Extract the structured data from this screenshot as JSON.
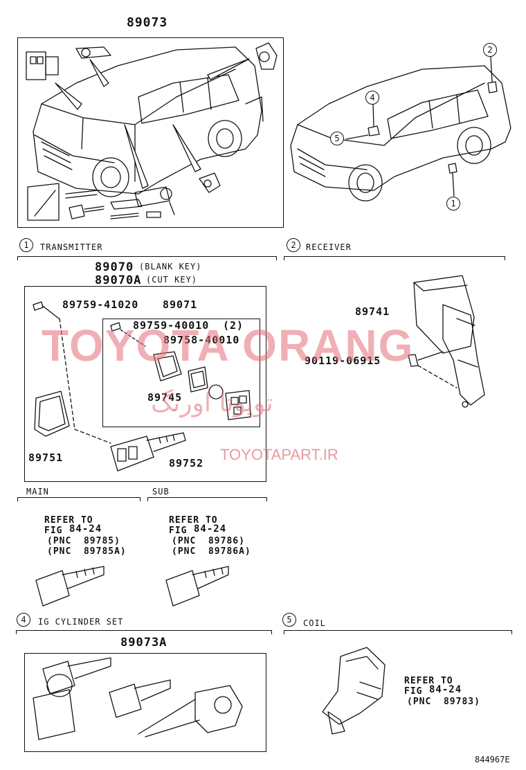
{
  "top_left_group": {
    "part_no": "89073"
  },
  "callouts": [
    {
      "num": "1",
      "name": "callout-1"
    },
    {
      "num": "2",
      "name": "callout-2"
    },
    {
      "num": "4",
      "name": "callout-4"
    },
    {
      "num": "5",
      "name": "callout-5"
    }
  ],
  "sections": {
    "transmitter": {
      "num": "1",
      "title": "TRANSMITTER",
      "main_part": "89070",
      "main_note": "(BLANK KEY)",
      "alt_part": "89070A",
      "alt_note": "(CUT KEY)",
      "parts": {
        "screw_outer": "89759-41020",
        "case": "89071",
        "screw_inner": "89759-40010",
        "screw_inner_qty": "(2)",
        "seal": "89758-40010",
        "battery": "89745",
        "cover": "89751",
        "key": "89752"
      }
    },
    "receiver": {
      "num": "2",
      "title": "RECEIVER",
      "parts": {
        "receiver": "89741",
        "bolt": "90119-06915"
      }
    },
    "main_key": {
      "title": "MAIN",
      "refer": "REFER TO",
      "fig_prefix": "FIG",
      "fig": "84-24",
      "pnc1": "(PNC  89785)",
      "pnc2": "(PNC  89785A)"
    },
    "sub_key": {
      "title": "SUB",
      "refer": "REFER TO",
      "fig_prefix": "FIG",
      "fig": "84-24",
      "pnc1": "(PNC  89786)",
      "pnc2": "(PNC  89786A)"
    },
    "ig_cylinder": {
      "num": "4",
      "title": "IG CYLINDER SET",
      "part_no": "89073A"
    },
    "coil": {
      "num": "5",
      "title": "COIL",
      "refer": "REFER TO",
      "fig_prefix": "FIG",
      "fig": "84-24",
      "pnc": "(PNC  89783)"
    }
  },
  "watermark": {
    "latin": "TOYOTA ORANG",
    "persian": "تویوتا اورنگ",
    "url": "TOYOTAPART.IR"
  },
  "illustration_code": "844967E"
}
